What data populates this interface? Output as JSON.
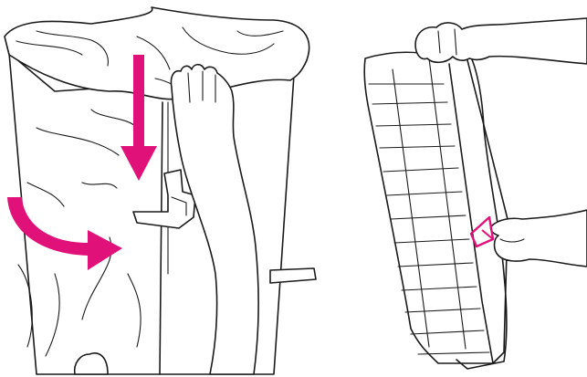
{
  "figure": {
    "panels": [
      {
        "id": "left",
        "subject": "wrapped-unit-bag-removal",
        "arrows": [
          "down-arrow",
          "curved-right-arrow"
        ]
      },
      {
        "id": "right",
        "subject": "tray-bag-removal",
        "arrows": [
          "tab-pointer-arrow"
        ]
      }
    ]
  },
  "colors": {
    "line": "#1a1a1a",
    "fill": "#ffffff",
    "accent": "#e0127a"
  }
}
